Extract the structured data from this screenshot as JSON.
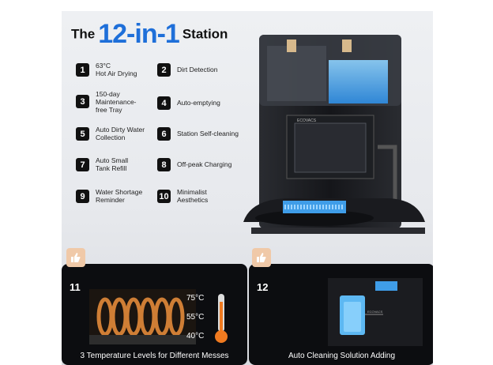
{
  "title": {
    "pre": "The",
    "main": "12-in-1",
    "post": "Station"
  },
  "features": [
    {
      "num": "1",
      "lines": [
        "63°C",
        "Hot Air Drying"
      ]
    },
    {
      "num": "2",
      "lines": [
        "Dirt Detection"
      ]
    },
    {
      "num": "3",
      "lines": [
        "150-day",
        "Maintenance-",
        "free Tray"
      ]
    },
    {
      "num": "4",
      "lines": [
        "Auto-emptying"
      ]
    },
    {
      "num": "5",
      "lines": [
        "Auto Dirty Water",
        "Collection"
      ]
    },
    {
      "num": "6",
      "lines": [
        "Station Self-cleaning"
      ]
    },
    {
      "num": "7",
      "lines": [
        "Auto Small",
        "Tank Refill"
      ]
    },
    {
      "num": "8",
      "lines": [
        "Off-peak Charging"
      ]
    },
    {
      "num": "9",
      "lines": [
        "Water Shortage",
        "Reminder"
      ]
    },
    {
      "num": "10",
      "lines": [
        "Minimalist",
        "Aesthetics"
      ]
    }
  ],
  "brand": "ECOVACS",
  "cards": [
    {
      "num": "11",
      "caption": "3 Temperature Levels for Different Messes",
      "temps": [
        "75°C",
        "55°C",
        "40°C"
      ],
      "icon": "thumbs-up-icon"
    },
    {
      "num": "12",
      "caption": "Auto Cleaning Solution Adding",
      "icon": "thumbs-up-icon"
    }
  ],
  "colors": {
    "accent": "#1e6fd9",
    "badge": "#f0c9a8",
    "card": "#0c0d10",
    "thermo": "#f07a20"
  }
}
